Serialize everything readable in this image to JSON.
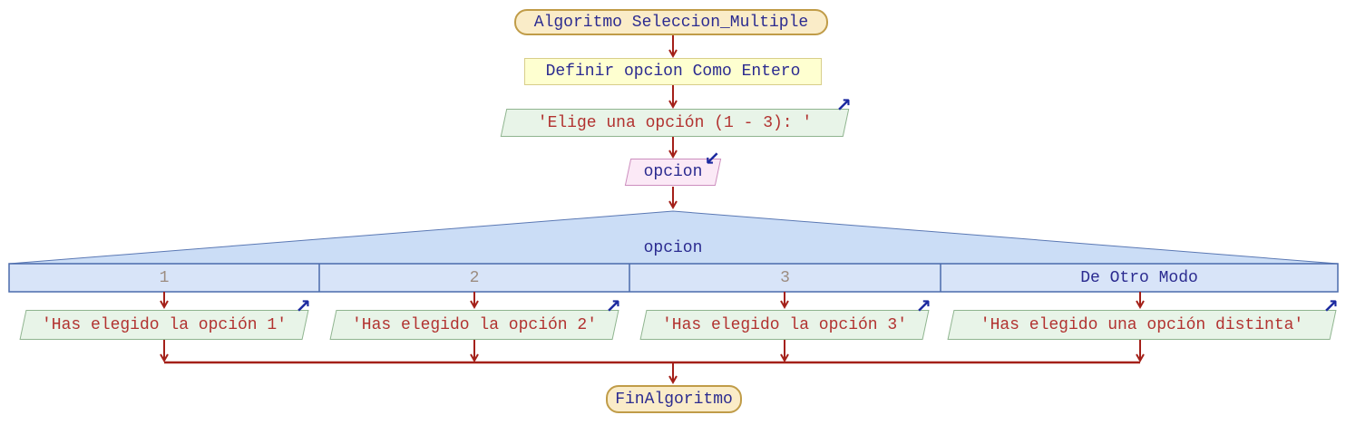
{
  "diagram": {
    "type": "flowchart",
    "app_context": "PSeInt flowchart view",
    "nodes": {
      "start": {
        "shape": "terminator",
        "label": "Algoritmo Seleccion_Multiple"
      },
      "define": {
        "shape": "process",
        "label": "Definir opcion Como Entero"
      },
      "write_prompt": {
        "shape": "output",
        "label": "'Elige una opción (1 - 3): '"
      },
      "read_opcion": {
        "shape": "input",
        "label": "opcion"
      },
      "switch_opcion": {
        "shape": "multi-branch",
        "label": "opcion",
        "branches": [
          "1",
          "2",
          "3",
          "De Otro Modo"
        ]
      },
      "case_1": {
        "shape": "output",
        "label": "'Has elegido la opción 1'"
      },
      "case_2": {
        "shape": "output",
        "label": "'Has elegido la opción 2'"
      },
      "case_3": {
        "shape": "output",
        "label": "'Has elegido la opción 3'"
      },
      "case_default": {
        "shape": "output",
        "label": "'Has elegido una opción distinta'"
      },
      "end": {
        "shape": "terminator",
        "label": "FinAlgoritmo"
      }
    },
    "icons": {
      "write_arrow": "↗",
      "read_arrow": "↙"
    },
    "colors": {
      "terminator_fill": "#FAECC8",
      "terminator_border": "#C09C48",
      "process_fill": "#FEFFD0",
      "process_border": "#D8CE8A",
      "output_fill": "#E8F4E8",
      "output_border": "#8FB48F",
      "input_fill": "#FBE9F6",
      "input_border": "#CC8EBE",
      "switch_fill": "#CFDFF7",
      "switch_border": "#4A6BAC",
      "connector": "#A42019",
      "text_keyword": "#2B2B90",
      "text_string": "#B23230",
      "branch_number": "#9C8C80"
    }
  }
}
